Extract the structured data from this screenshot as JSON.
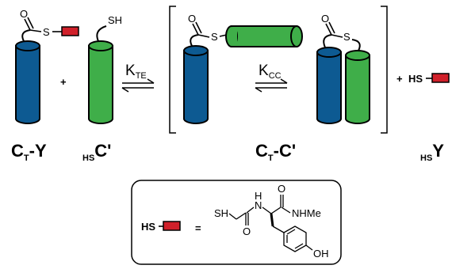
{
  "atoms": {
    "oxygen": "O",
    "sulfur": "S",
    "thiol": "SH",
    "hs": "HS",
    "nh": "N",
    "h": "H",
    "nhme": "NHMe",
    "oh": "OH"
  },
  "labels": {
    "plus": "+",
    "equals": "=",
    "k_te_main": "K",
    "k_te_sub": "TE",
    "k_cc_main": "K",
    "k_cc_sub": "CC"
  },
  "species": {
    "ct_y": {
      "main": "C",
      "sub": "T",
      "suffix": "-Y"
    },
    "hs_c": {
      "pre": "HS",
      "main": "C'"
    },
    "ct_c": {
      "main": "C",
      "sub": "T",
      "suffix": "-C'"
    },
    "hs_y": {
      "pre": "HS",
      "main": "Y"
    }
  },
  "colors": {
    "blue_cylinder": "#0d5a92",
    "green_cylinder": "#3fae49",
    "red_tag": "#d0202a",
    "outline": "#000000"
  }
}
